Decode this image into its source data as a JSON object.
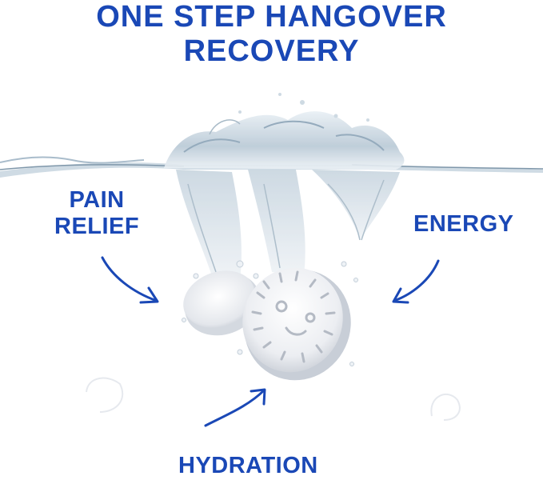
{
  "headline": {
    "line1": "ONE STEP HANGOVER",
    "line2": "RECOVERY"
  },
  "benefits": {
    "pain_relief": {
      "line1": "PAIN",
      "line2": "RELIEF"
    },
    "energy": "ENERGY",
    "hydration": "HYDRATION"
  },
  "colors": {
    "brand_blue": "#1a48b6",
    "background": "#ffffff",
    "water_tint": "#dfe8ef",
    "tablet": "#f2f3f5"
  },
  "icons": {
    "tablet_face": "smiley-face-emboss"
  }
}
